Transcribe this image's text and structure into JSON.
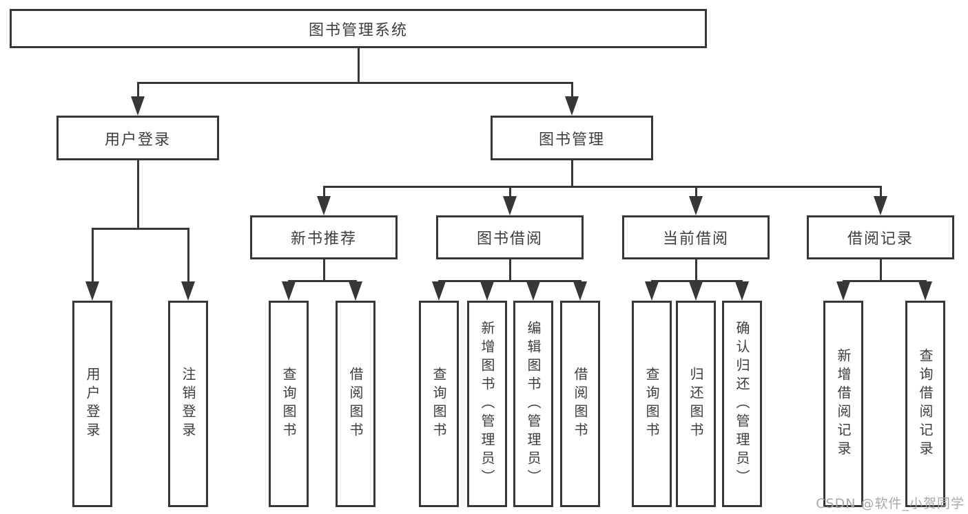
{
  "root": {
    "label": "图书管理系统",
    "children": [
      {
        "label": "用户登录",
        "children": [
          {
            "label": "用户登录"
          },
          {
            "label": "注销登录"
          }
        ]
      },
      {
        "label": "图书管理",
        "children": [
          {
            "label": "新书推荐",
            "children": [
              {
                "label": "查询图书"
              },
              {
                "label": "借阅图书"
              }
            ]
          },
          {
            "label": "图书借阅",
            "children": [
              {
                "label": "查询图书"
              },
              {
                "label": "新增图书（管理员）"
              },
              {
                "label": "编辑图书（管理员）"
              },
              {
                "label": "借阅图书"
              }
            ]
          },
          {
            "label": "当前借阅",
            "children": [
              {
                "label": "查询图书"
              },
              {
                "label": "归还图书"
              },
              {
                "label": "确认归还（管理员）"
              }
            ]
          },
          {
            "label": "借阅记录",
            "children": [
              {
                "label": "新增借阅记录"
              },
              {
                "label": "查询借阅记录"
              }
            ]
          }
        ]
      }
    ]
  },
  "watermark": "CSDN @软件_小贺同学",
  "colors": {
    "line": "#373737",
    "text": "#3d3d3d",
    "watermark": "#a9a9a9",
    "background": "#ffffff"
  }
}
